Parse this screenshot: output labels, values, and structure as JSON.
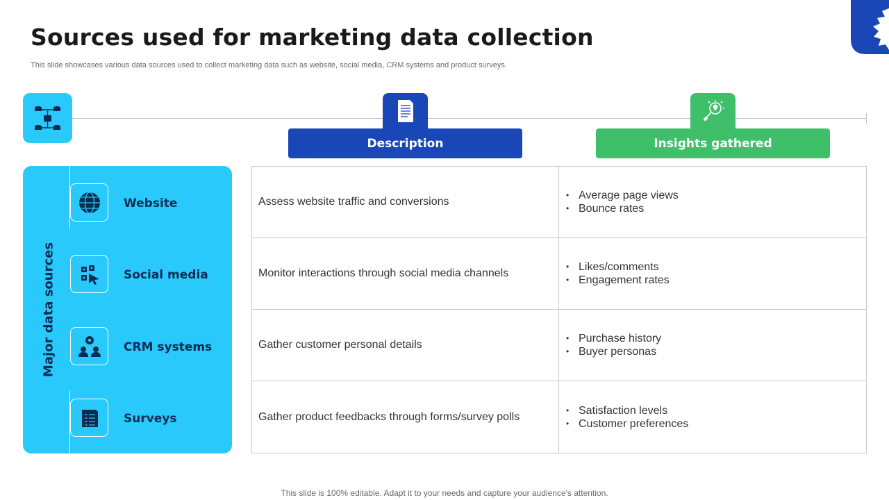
{
  "title": "Sources used for marketing data collection",
  "subtitle": "This slide showcases various data sources used to collect marketing data such as website, social media, CRM systems and product surveys.",
  "panel_label": "Major data sources",
  "headers": {
    "description": "Description",
    "insights": "Insights gathered"
  },
  "colors": {
    "cyan": "#29c9fb",
    "blue": "#1a47b8",
    "green": "#40bf6a",
    "navy": "#0d2b52"
  },
  "rows": [
    {
      "source": "Website",
      "icon": "globe-icon",
      "description": "Assess website traffic and conversions",
      "insights": [
        "Average page views",
        "Bounce rates"
      ]
    },
    {
      "source": "Social media",
      "icon": "social-media-icon",
      "description": "Monitor interactions through  social media channels",
      "insights": [
        "Likes/comments",
        "Engagement rates"
      ]
    },
    {
      "source": "CRM systems",
      "icon": "crm-users-icon",
      "description": "Gather customer personal details",
      "insights": [
        "Purchase history",
        "Buyer personas"
      ]
    },
    {
      "source": "Surveys",
      "icon": "survey-clipboard-icon",
      "description": "Gather product feedbacks through  forms/survey  polls",
      "insights": [
        "Satisfaction levels",
        "Customer preferences"
      ]
    }
  ],
  "footer": "This slide is 100% editable. Adapt it to your needs and capture your audience's attention."
}
